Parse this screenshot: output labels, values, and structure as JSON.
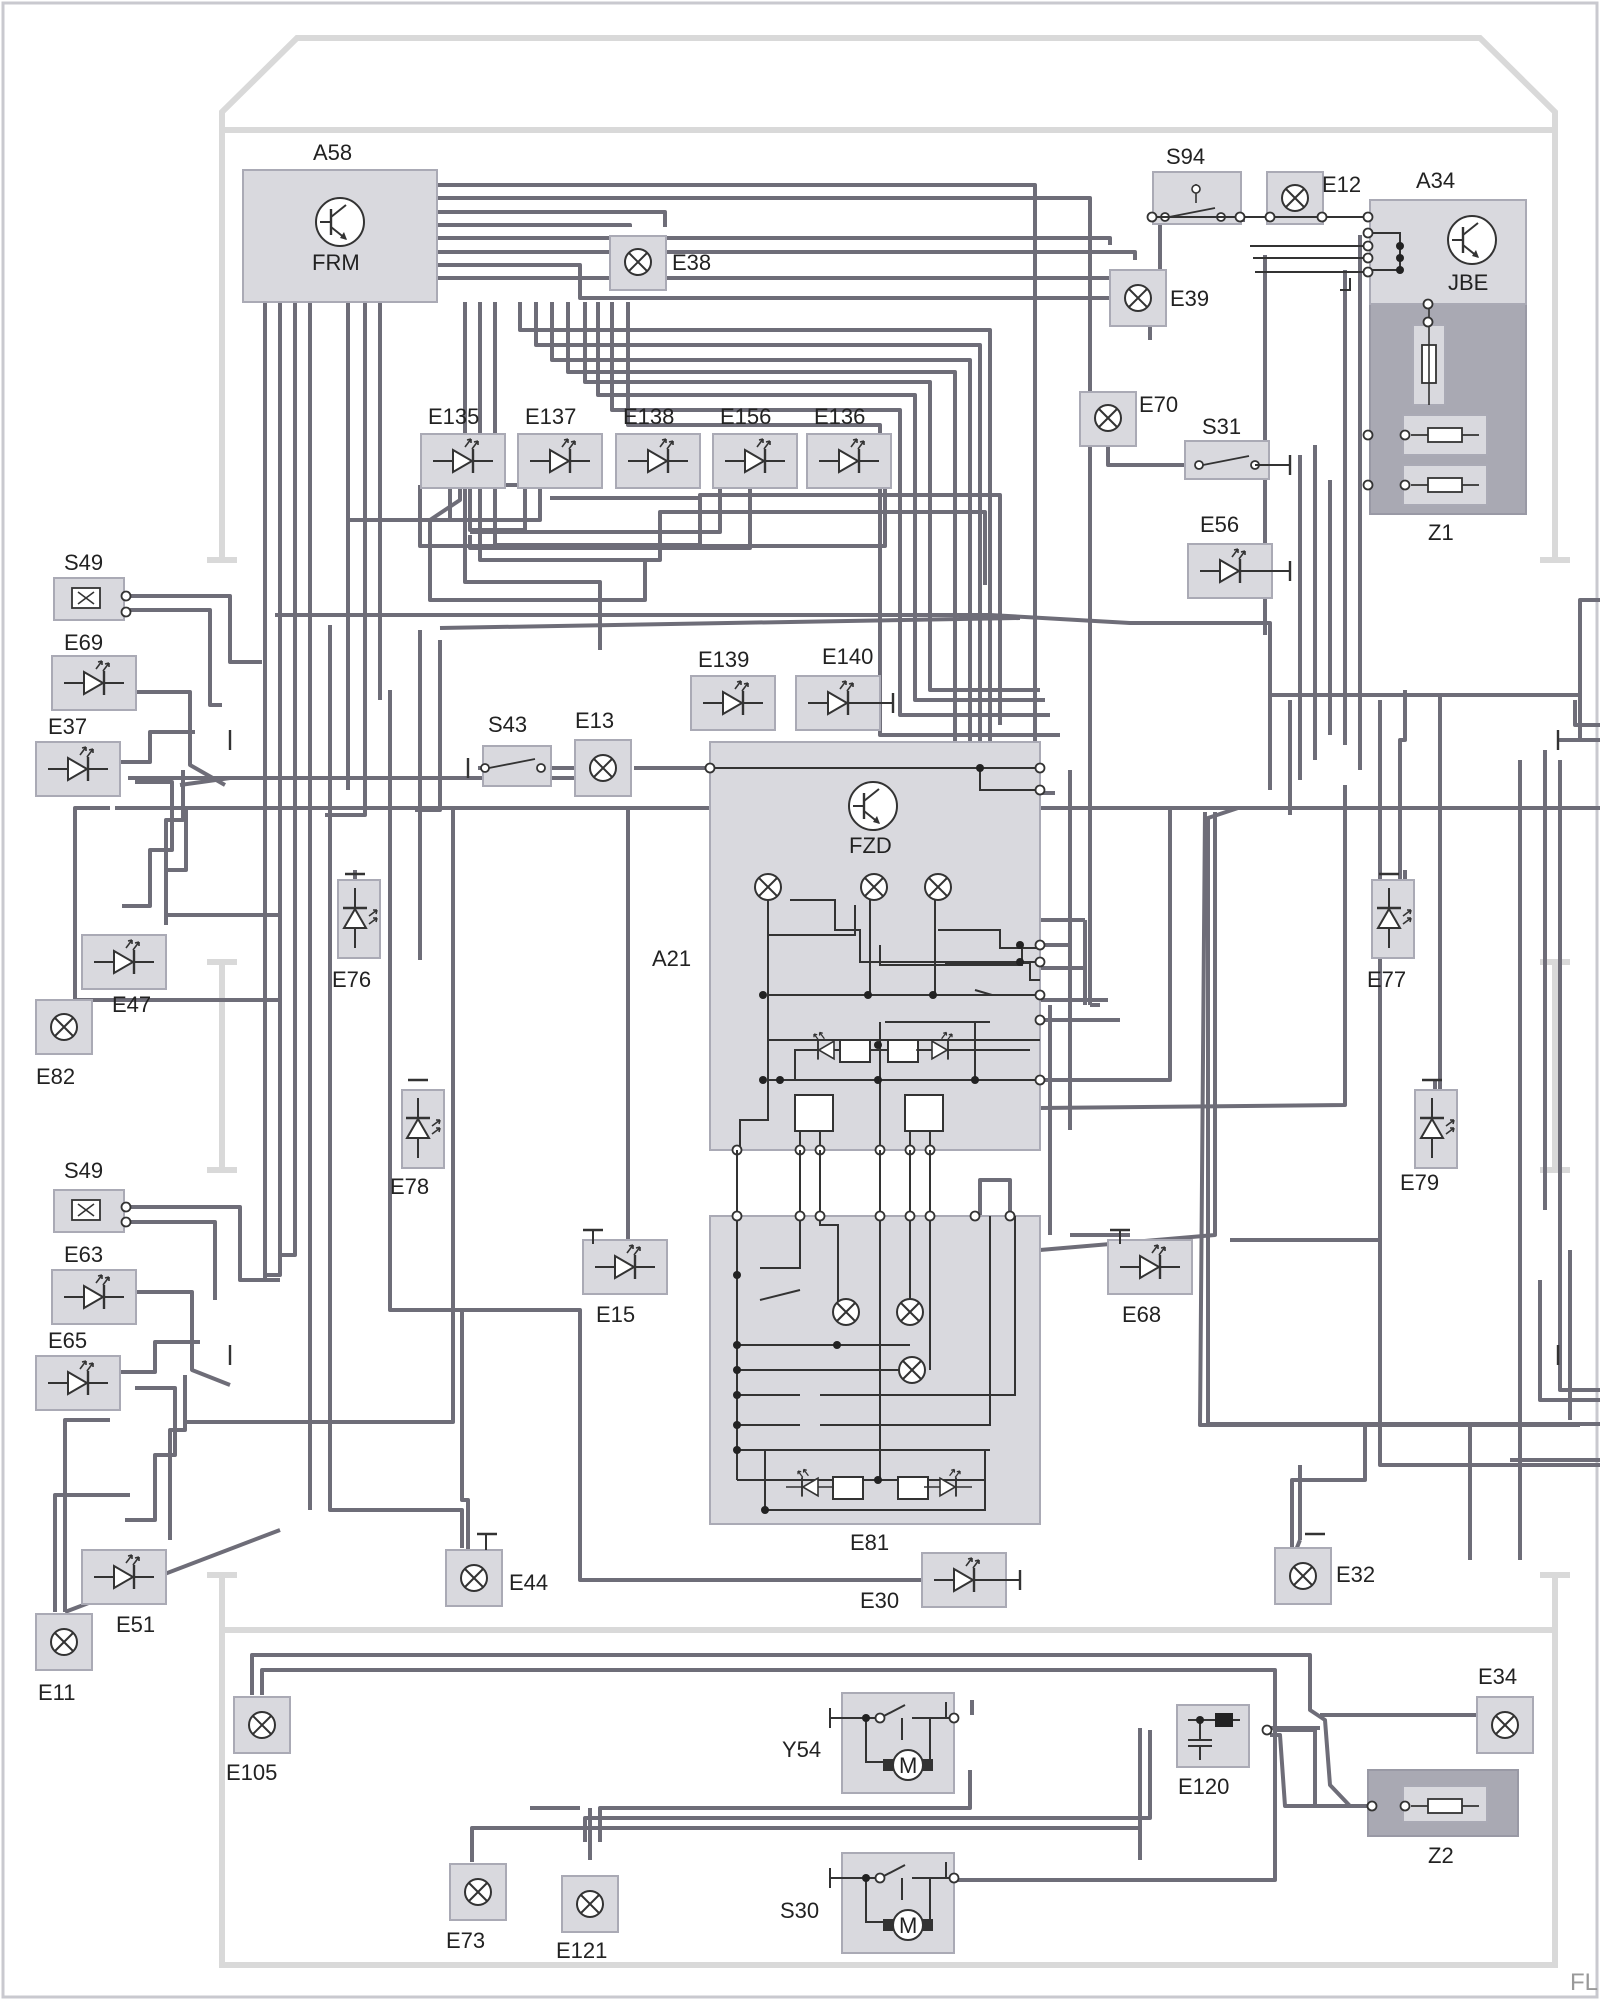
{
  "corner_text": "FL",
  "control_units": {
    "frm": {
      "id": "A58",
      "name": "FRM"
    },
    "jbe": {
      "id": "A34",
      "name": "JBE"
    },
    "fzd": {
      "id": "A21",
      "name": "FZD"
    },
    "fuse_carrier_front": {
      "id": "Z1"
    },
    "fuse_carrier_rear": {
      "id": "Z2"
    }
  },
  "roof_panel": {
    "id": "E81"
  },
  "lamps": {
    "e38": "E38",
    "e39": "E39",
    "e12": "E12",
    "e70": "E70",
    "e13": "E13",
    "e82": "E82",
    "e11": "E11",
    "e44": "E44",
    "e32": "E32",
    "e105": "E105",
    "e34": "E34",
    "e73": "E73",
    "e121": "E121"
  },
  "leds": {
    "e135": "E135",
    "e137": "E137",
    "e138": "E138",
    "e156": "E156",
    "e136": "E136",
    "e56": "E56",
    "e69": "E69",
    "e37": "E37",
    "e47": "E47",
    "e76": "E76",
    "e78": "E78",
    "e139": "E139",
    "e140": "E140",
    "e77": "E77",
    "e79": "E79",
    "e63": "E63",
    "e65": "E65",
    "e51": "E51",
    "e15": "E15",
    "e68": "E68",
    "e30": "E30"
  },
  "switches": {
    "s94": "S94",
    "s31": "S31",
    "s43": "S43",
    "s49_upper": "S49",
    "s49_lower": "S49"
  },
  "relays": {
    "e120": "E120"
  },
  "motors": {
    "y54": {
      "id": "Y54",
      "symbol": "M"
    },
    "s30": {
      "id": "S30",
      "symbol": "M"
    }
  }
}
